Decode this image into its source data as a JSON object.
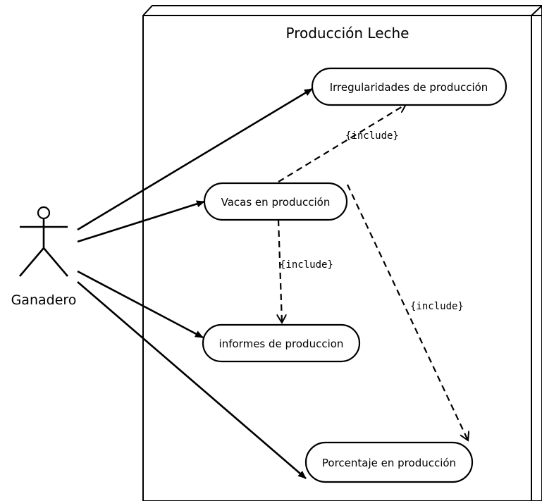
{
  "system": {
    "title": "Producción Leche"
  },
  "actor": {
    "label": "Ganadero"
  },
  "use_cases": {
    "irregularidades": "Irregularidades de producción",
    "vacas": "Vacas en producción",
    "informes": "informes de produccion",
    "porcentaje": "Porcentaje en producción"
  },
  "relations": {
    "include_irregularidades": "{include}",
    "include_informes": "{include}",
    "include_porcentaje": "{include}"
  },
  "colors": {
    "line": "#000000",
    "background": "#ffffff"
  }
}
